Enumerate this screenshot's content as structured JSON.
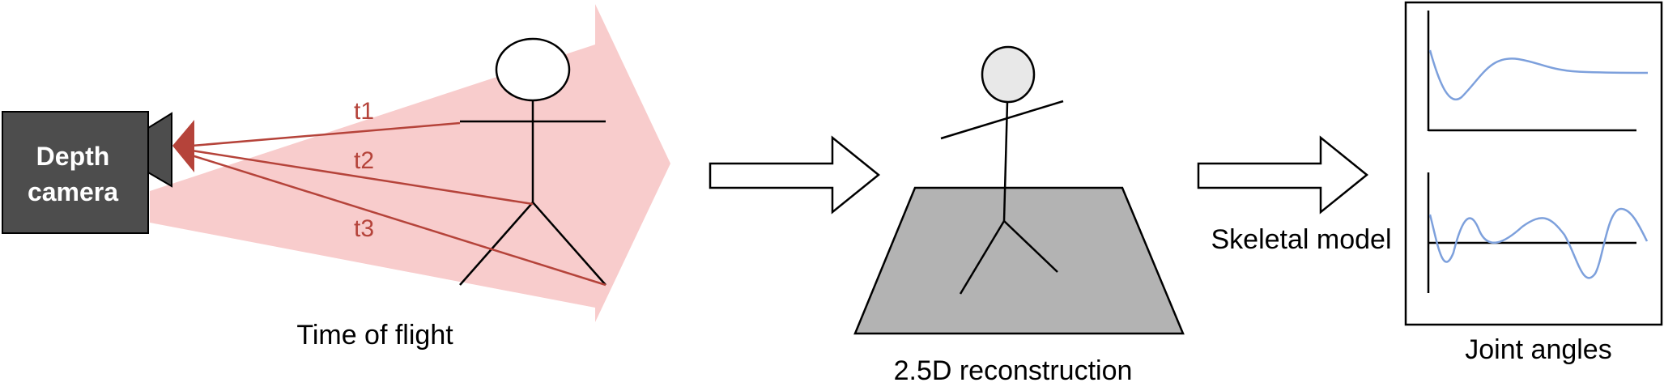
{
  "camera": {
    "line1": "Depth",
    "line2": "camera"
  },
  "rays": {
    "t1": "t1",
    "t2": "t2",
    "t3": "t3"
  },
  "captions": {
    "tof": "Time of flight",
    "reconstruction": "2.5D reconstruction",
    "skeletal": "Skeletal model",
    "joint": "Joint angles"
  },
  "colors": {
    "beam": "#f8cccc",
    "ray": "#b5433a",
    "camera_body": "#4d4d4d",
    "floor": "#b3b3b3",
    "curve": "#7da0dc"
  }
}
